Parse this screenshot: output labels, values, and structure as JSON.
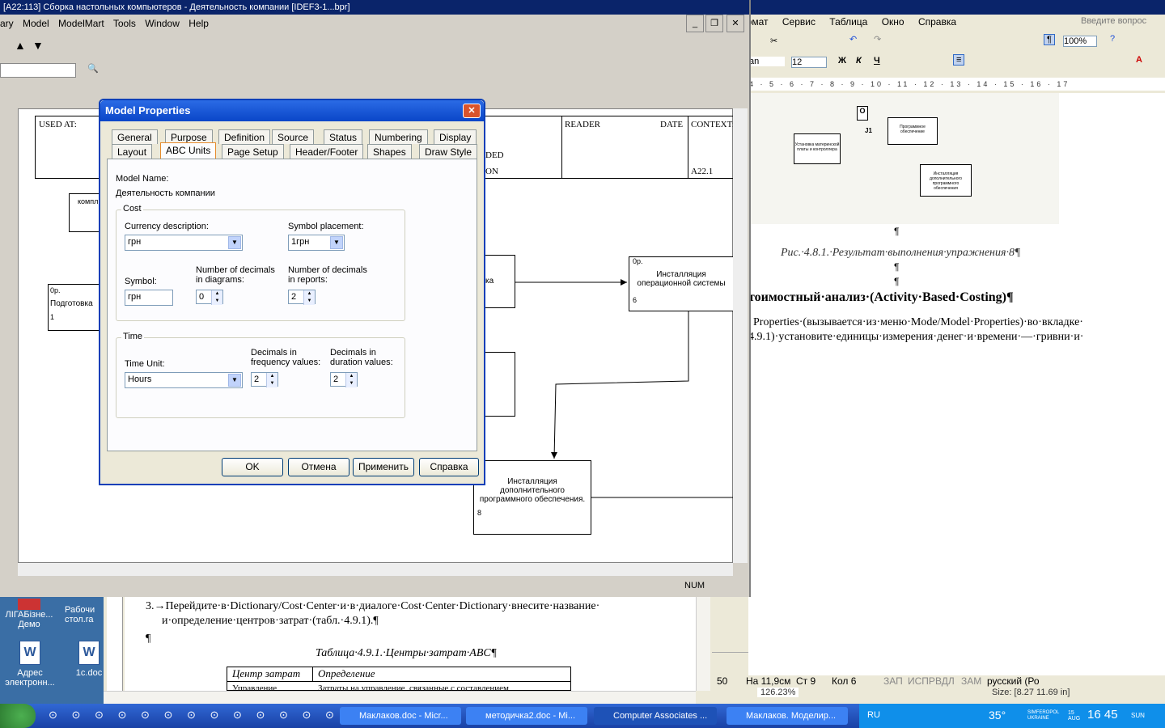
{
  "erwin": {
    "title": "[A22:113] Сборка настольных компьютеров - Деятельность компании [IDEF3-1...bpr]",
    "menu": [
      "ary",
      "Model",
      "ModelMart",
      "Tools",
      "Window",
      "Help"
    ],
    "status_num": "NUM",
    "diagram": {
      "used_at": "USED AT:",
      "reader": "READER",
      "date": "DATE",
      "context": "CONTEXT:",
      "ded": "DED",
      "on": "ON",
      "node_id": "A22.1",
      "box1_text": "компл",
      "box2_num": "0р.",
      "box2_text": "Подготовка",
      "box2_id": "1",
      "box3_text": "ка",
      "box4_num": "0р.",
      "box4_text": "Инсталляция операционной системы",
      "box4_id": "6",
      "box5_num": "0р.",
      "box5_text": "Инсталляция дополнительного программного обеспечения.",
      "box5_id": "8"
    }
  },
  "dialog": {
    "title": "Model Properties",
    "tabs_row1": [
      "General",
      "Purpose",
      "Definition",
      "Source",
      "Status",
      "Numbering",
      "Display"
    ],
    "tabs_row2": [
      "Layout",
      "ABC Units",
      "Page Setup",
      "Header/Footer",
      "Shapes",
      "Draw Style"
    ],
    "model_name_label": "Model Name:",
    "model_name": "Деятельность компании",
    "cost_group": "Cost",
    "currency_label": "Currency description:",
    "currency_value": "грн",
    "placement_label": "Symbol placement:",
    "placement_value": "1грн",
    "symbol_label": "Symbol:",
    "symbol_value": "грн",
    "decimals_diagrams_label": "Number of decimals in diagrams:",
    "decimals_diagrams_value": "0",
    "decimals_reports_label": "Number of decimals in reports:",
    "decimals_reports_value": "2",
    "time_group": "Time",
    "time_unit_label": "Time Unit:",
    "time_unit_value": "Hours",
    "freq_label": "Decimals in frequency values:",
    "freq_value": "2",
    "duration_label": "Decimals in duration values:",
    "duration_value": "2",
    "ok": "OK",
    "cancel": "Отмена",
    "apply": "Применить",
    "help": "Справка"
  },
  "word": {
    "title": "ord",
    "menu": [
      "ормат",
      "Сервис",
      "Таблица",
      "Окно",
      "Справка"
    ],
    "question": "Введите вопрос",
    "zoom": "100%",
    "font_name": "an",
    "font_size": "12",
    "figure_caption": "Рис.·4.8.1.·Результат·выполнения·упражнения·8¶",
    "pilcrow": "¶",
    "heading": "тоимостный·анализ·(Activity·Based·Costing)¶",
    "para1": "Properties·(вызывается·из·меню·Mode/Model·Properties)·во·вкладке·",
    "para2": "4.9.1)·установите·единицы·измерения·денег·и·времени·—·гривни·и·",
    "status": [
      "50",
      "На 11,9см",
      "Ст 9",
      "Кол 6",
      "ЗАП",
      "ИСПР",
      "ВДЛ",
      "ЗАМ",
      "русский (Ро"
    ],
    "bottom_zoom": "126.23%",
    "bottom_size": "Size: [8.27    11.69 in]",
    "fig_box1": "Установка материнской платы и контроллера",
    "fig_box2": "Программное обеспечение",
    "fig_box3": "Инсталляция дополнительного программного обеспечения",
    "fig_j1": "J1",
    "fig_o": "O"
  },
  "word2": {
    "item3": "3.→Перейдите·в·Dictionary/Cost·Center·и·в·диалоге·Cost·Center·Dictionary·внесите·название·",
    "item3b": "и·определение·центров·затрат·(табл.·4.9.1).¶",
    "pilcrow": "¶",
    "table_caption": "Таблица·4.9.1.·Центры·затрат·ABC¶",
    "col1": "Центр затрат",
    "col2": "Определение",
    "row1a": "Управление",
    "row1b": "Затраты на управление, связанные с составлением"
  },
  "desktop": {
    "icons": [
      "ЛІГАБізне... Демо",
      "Рабочи стол.ra",
      "Адрес электронн...",
      "1c.doc"
    ]
  },
  "taskbar": {
    "tasks": [
      "Маклаков.doc - Micr...",
      "методичка2.doc - Mi...",
      "Computer Associates ...",
      "Маклаков. Моделир..."
    ],
    "lang": "RU",
    "temp": "35°",
    "city": "SIMFEROPOL UKRAINE",
    "date": "15 AUG",
    "time": "16 45",
    "day": "SUN"
  }
}
